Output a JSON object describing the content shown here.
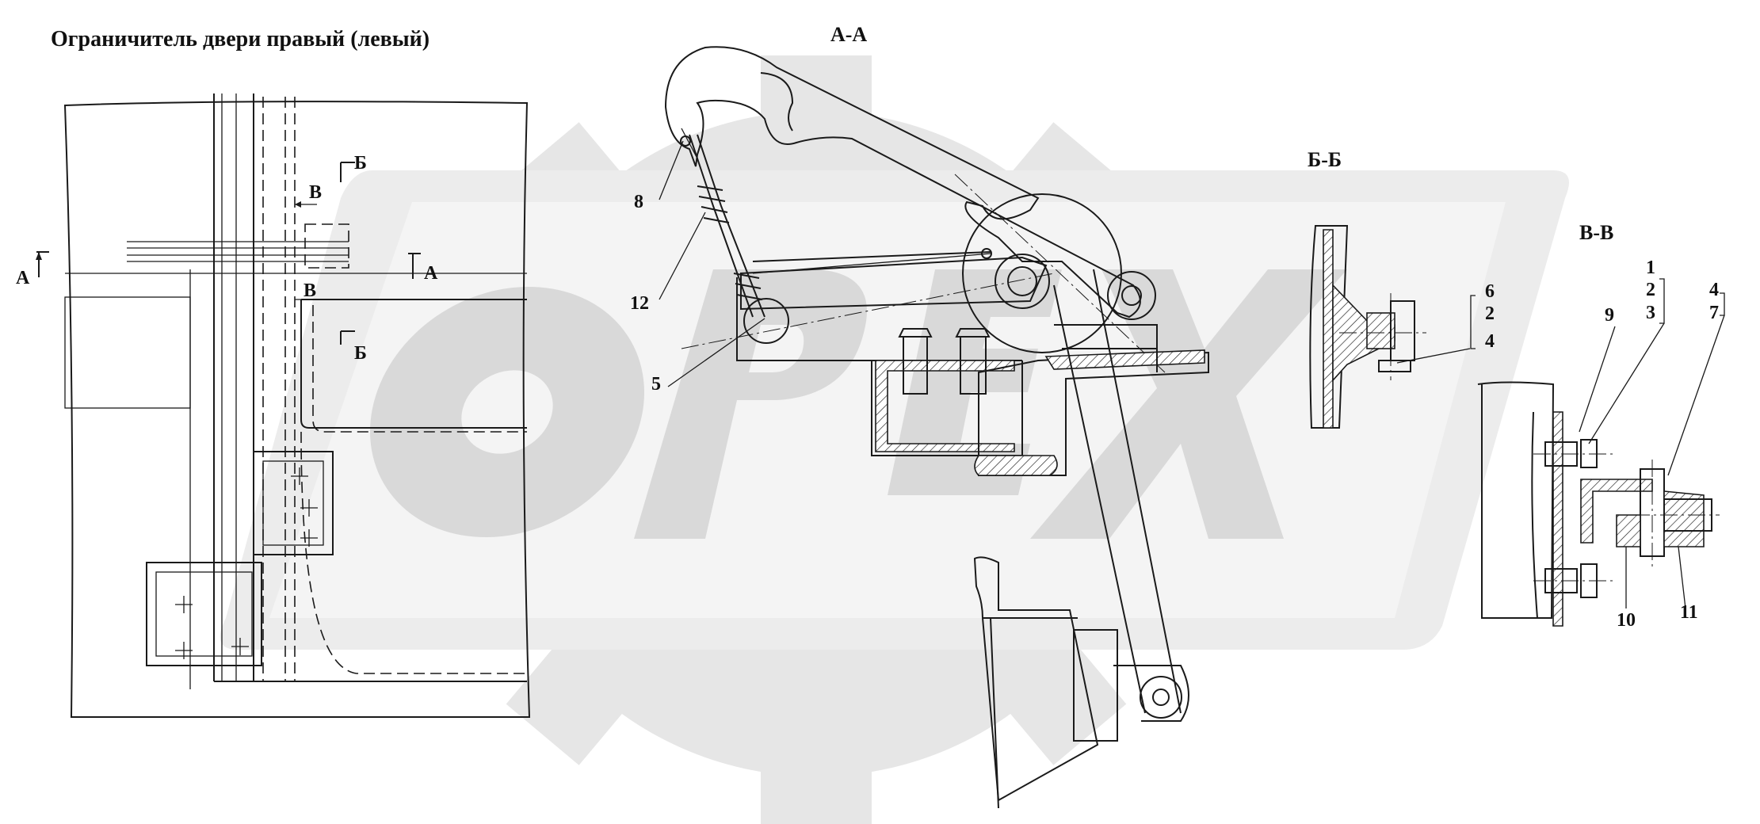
{
  "title": "Ограничитель двери правый (левый)",
  "watermark": {
    "text": "ОРЕХ",
    "color": "#d9d9d9"
  },
  "sections": {
    "aa": "А-А",
    "bb": "Б-Б",
    "vv": "В-В"
  },
  "view_marks": {
    "a_left": "А",
    "a_right": "А",
    "b_top": "Б",
    "b_bottom": "Б",
    "v_top": "В",
    "v_bottom": "В"
  },
  "callouts": {
    "aa": [
      "8",
      "12",
      "5"
    ],
    "bb": [
      "6",
      "2",
      "4"
    ],
    "vv": [
      "1",
      "2",
      "3",
      "4",
      "7",
      "9",
      "10",
      "11"
    ]
  }
}
